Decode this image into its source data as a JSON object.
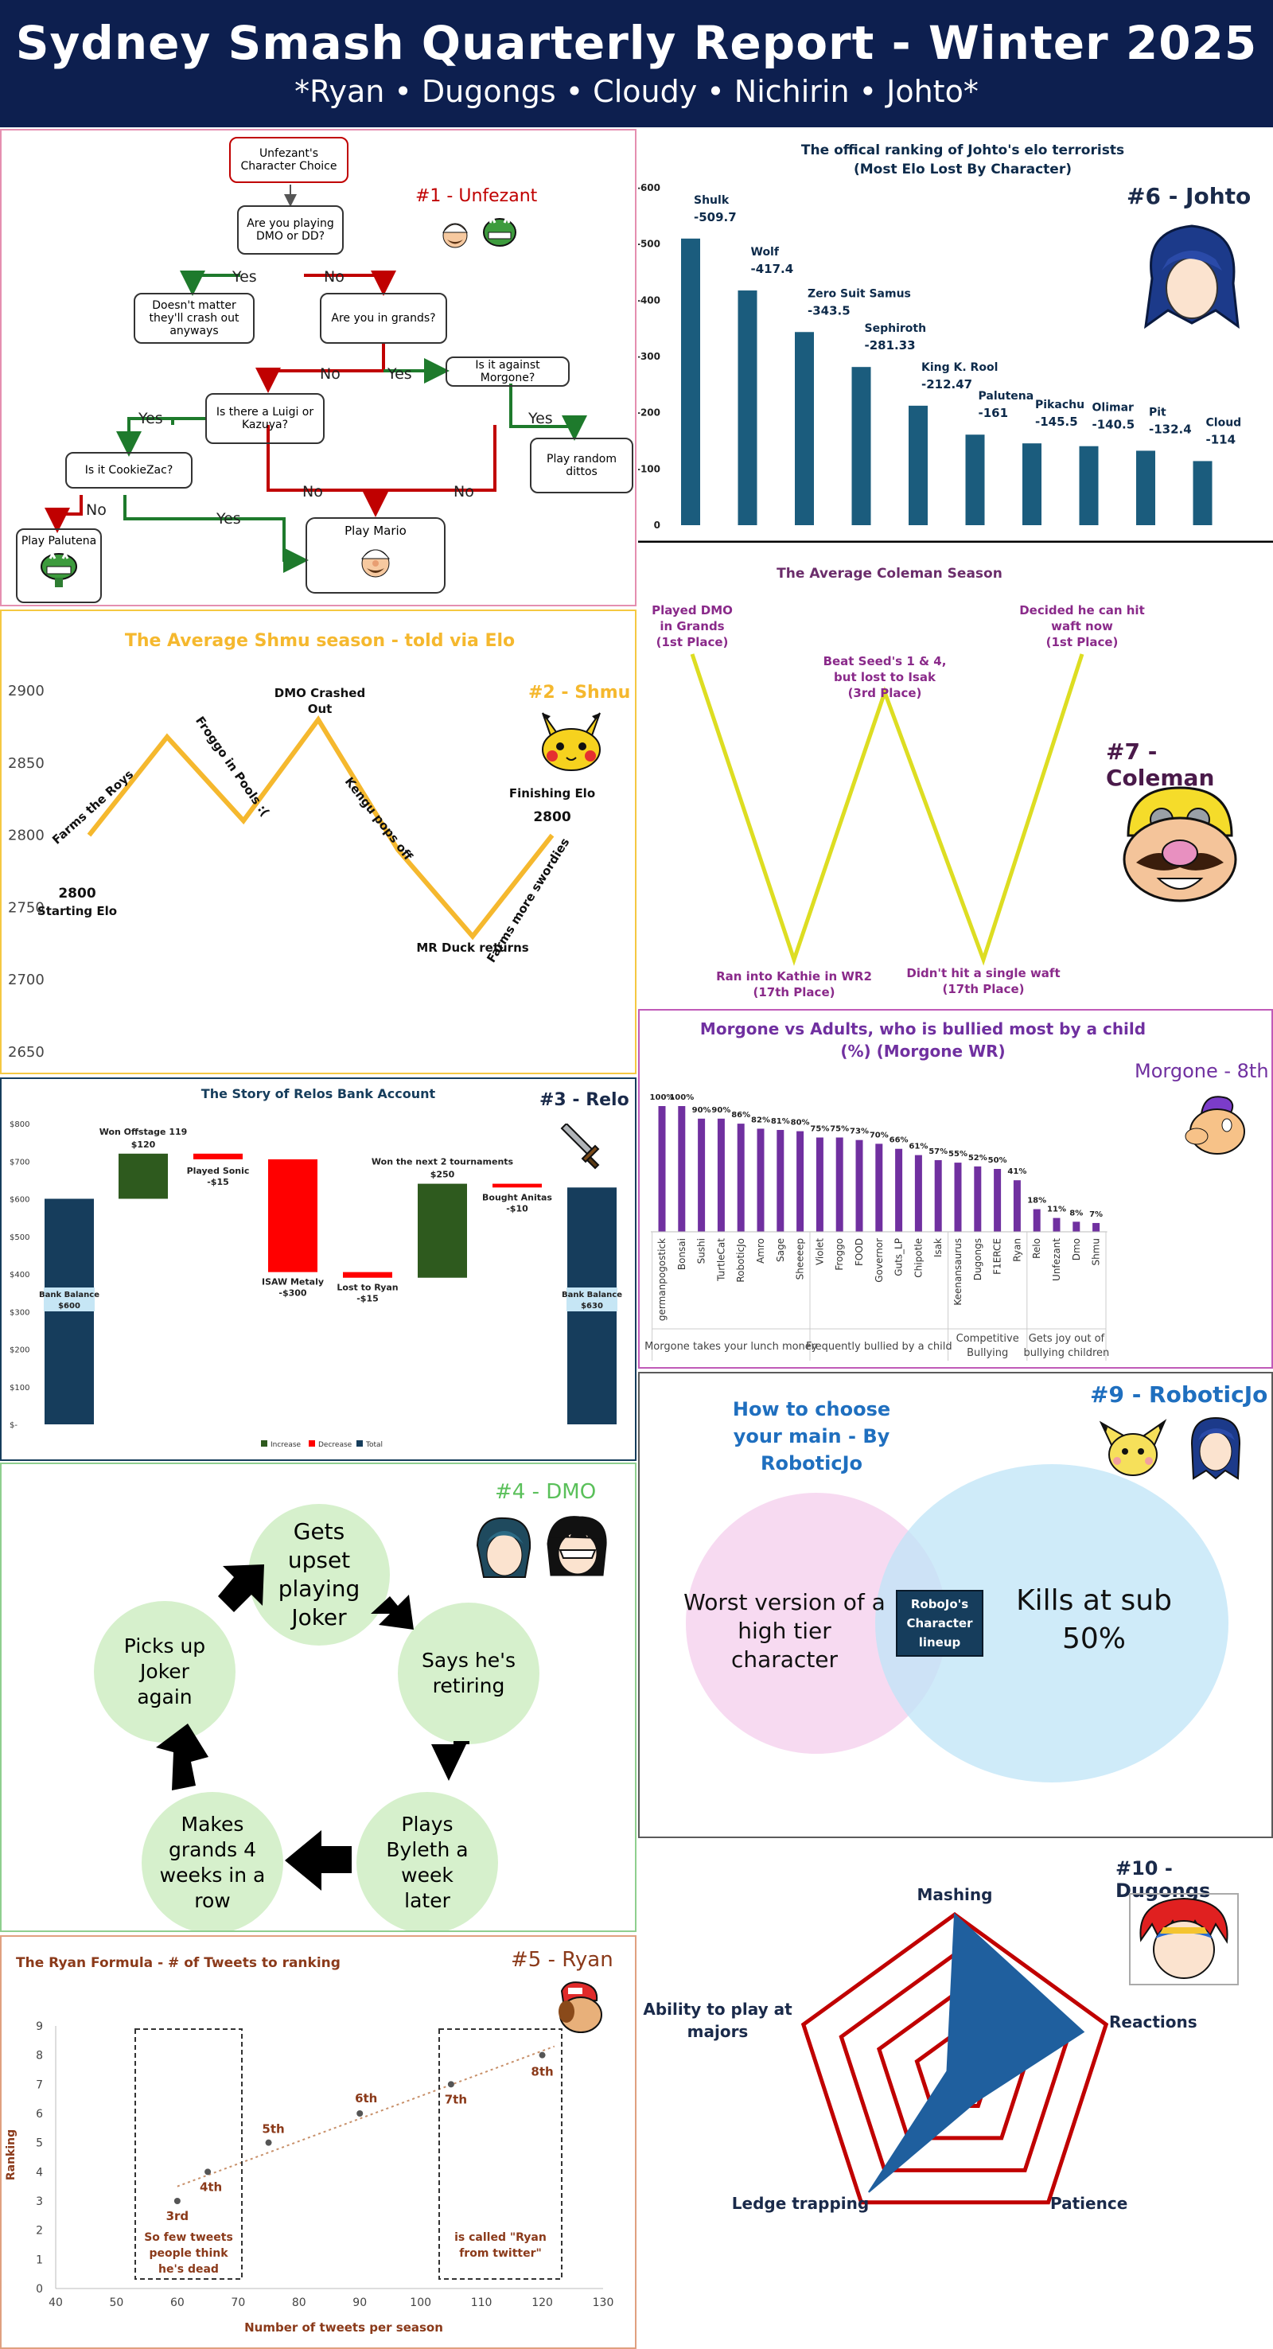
{
  "header": {
    "title": "Sydney Smash Quarterly Report - Winter 2025",
    "subtitle": "*Ryan • Dugongs • Cloudy • Nichirin • Johto*"
  },
  "p1": {
    "label": "#1 - Unfezant",
    "nodes": {
      "start": "Unfezant's Character Choice",
      "q1": "Are you playing DMO or DD?",
      "crash": "Doesn't matter they'll crash out anyways",
      "grands": "Are you in grands?",
      "morgone": "Is it against Morgone?",
      "luigi": "Is there a Luigi or Kazuya?",
      "random": "Play random dittos",
      "cookie": "Is it CookieZac?",
      "palutena": "Play Palutena",
      "mario": "Play Mario"
    },
    "yes": "Yes",
    "no": "No",
    "icons": [
      "mario-icon",
      "piranha-plant-icon"
    ]
  },
  "p6": {
    "label": "#6 - Johto",
    "chart_data": {
      "type": "bar",
      "title": "The offical ranking of Johto's elo terrorists",
      "subtitle": "(Most Elo Lost By Character)",
      "categories": [
        "Shulk",
        "Wolf",
        "Zero Suit Samus",
        "Sephiroth",
        "King K. Rool",
        "Palutena",
        "Pikachu",
        "Olimar",
        "Pit",
        "Cloud"
      ],
      "values": [
        -509.7,
        -417.4,
        -343.5,
        -281.33,
        -212.47,
        -161,
        -145.5,
        -140.5,
        -132.4,
        -114
      ],
      "value_labels": [
        "-509.7",
        "-417.4",
        "-343.5",
        "-281.33",
        "-212.47",
        "-161",
        "-145.5",
        "-140.5",
        "-132.4",
        "-114"
      ],
      "yticks": [
        "-600",
        "-500",
        "-400",
        "-300",
        "-200",
        "-100",
        "0"
      ],
      "ylim": [
        0,
        -600
      ],
      "color": "#1b5c7d"
    }
  },
  "p2": {
    "label": "#2 - Shmu",
    "chart_data": {
      "type": "line",
      "title": "The Average Shmu season - told via Elo",
      "x": [
        0,
        1,
        2,
        3,
        4,
        5,
        6
      ],
      "y": [
        2800,
        2868,
        2810,
        2880,
        2790,
        2730,
        2800
      ],
      "annotations": [
        "Starting Elo",
        "Farms the Roys",
        "Froggo in Pools :(",
        "DMO Crashed Out",
        "Kengu pops off",
        "MR Duck returns",
        "Farms more swordies",
        "Finishing Elo"
      ],
      "start_value": "2800",
      "end_value": "2800",
      "yticks": [
        "2900",
        "2850",
        "2800",
        "2750",
        "2700",
        "2650"
      ],
      "ylim": [
        2650,
        2900
      ],
      "color": "#f5b82e"
    }
  },
  "p7": {
    "label": "#7 - Coleman",
    "chart_data": {
      "type": "line",
      "title": "The Average Coleman Season",
      "y": [
        1,
        17,
        3,
        17,
        1
      ],
      "annotations": [
        "Played DMO in Grands (1st Place)",
        "Ran into Kathie in WR2 (17th Place)",
        "Beat Seed's 1 & 4, but lost to Isak (3rd Place)",
        "Didn't hit a single waft (17th Place)",
        "Decided he can hit waft now (1st Place)"
      ],
      "color": "#dddd22"
    }
  },
  "p3": {
    "label": "#3 - Relo",
    "chart_data": {
      "type": "bar",
      "subtype": "waterfall",
      "title": "The Story of Relos Bank Account",
      "categories": [
        "Bank Balance",
        "Won Offstage 119",
        "Played Sonic",
        "ISAW Metaly",
        "Lost to Ryan",
        "Won the next 2 tournaments",
        "Bought Anitas",
        "Bank Balance"
      ],
      "values": [
        600,
        120,
        -15,
        -300,
        -15,
        250,
        -10,
        630
      ],
      "value_labels": [
        "$600",
        "$120",
        "-$15",
        "-$300",
        "-$15",
        "$250",
        "-$10",
        "$630"
      ],
      "kinds": [
        "total",
        "increase",
        "decrease",
        "decrease",
        "decrease",
        "increase",
        "decrease",
        "total"
      ],
      "yticks": [
        "$800",
        "$700",
        "$600",
        "$500",
        "$400",
        "$300",
        "$200",
        "$100",
        "$-"
      ],
      "ylim": [
        0,
        800
      ],
      "legend": [
        "Increase",
        "Decrease",
        "Total"
      ],
      "colors": {
        "increase": "#2e5a1e",
        "decrease": "#ff0000",
        "total": "#163d5c"
      }
    }
  },
  "p8": {
    "label": "Morgone - 8th",
    "chart_data": {
      "type": "bar",
      "title": "Morgone vs Adults, who is bullied most by a child (%) (Morgone WR)",
      "categories": [
        "germanpogostick",
        "Bonsai",
        "Sushi",
        "TurtleCat",
        "RoboticJo",
        "Amro",
        "Sage",
        "Sheeeep",
        "Violet",
        "Froggo",
        "FOOD",
        "Governor",
        "Guts_LP",
        "Chipotle",
        "Isak",
        "Keenansaurus",
        "Dugongs",
        "F1ERCE",
        "Ryan",
        "Relo",
        "Unfezant",
        "Dmo",
        "Shmu"
      ],
      "values": [
        100,
        100,
        90,
        90,
        86,
        82,
        81,
        80,
        75,
        75,
        73,
        70,
        66,
        61,
        57,
        55,
        52,
        50,
        41,
        18,
        11,
        8,
        7
      ],
      "value_labels": [
        "100%",
        "100%",
        "90%",
        "90%",
        "86%",
        "82%",
        "81%",
        "80%",
        "75%",
        "75%",
        "73%",
        "70%",
        "66%",
        "61%",
        "57%",
        "55%",
        "52%",
        "50%",
        "41%",
        "18%",
        "11%",
        "8%",
        "7%"
      ],
      "groups": [
        {
          "label": "Morgone takes your lunch money",
          "count": 8
        },
        {
          "label": "Frequently bullied by a child",
          "count": 7
        },
        {
          "label": "Competitive Bullying",
          "count": 4
        },
        {
          "label": "Gets joy out of bullying children",
          "count": 4
        }
      ],
      "ylim": [
        0,
        100
      ],
      "color": "#7030a0"
    }
  },
  "p4": {
    "label": "#4 - DMO",
    "cycle": [
      "Gets upset playing Joker",
      "Says he's retiring",
      "Plays Byleth a week later",
      "Makes grands 4 weeks in a row",
      "Picks up Joker again"
    ]
  },
  "p9": {
    "label": "#9 - RoboticJo",
    "title": "How to choose your main - By RoboticJo",
    "left": "Worst version of a high tier character",
    "right": "Kills at sub 50%",
    "center": "RoboJo's Character lineup"
  },
  "p5": {
    "label": "#5 - Ryan",
    "chart_data": {
      "type": "scatter",
      "title": "The Ryan Formula - # of Tweets to ranking",
      "xlabel": "Number of tweets per season",
      "ylabel": "Ranking",
      "x": [
        60,
        65,
        75,
        90,
        105,
        120
      ],
      "y": [
        3,
        4,
        5,
        6,
        7,
        8
      ],
      "point_labels": [
        "3rd",
        "4th",
        "5th",
        "6th",
        "7th",
        "8th"
      ],
      "xticks": [
        "40",
        "50",
        "60",
        "70",
        "80",
        "90",
        "100",
        "110",
        "120",
        "130"
      ],
      "yticks": [
        "0",
        "1",
        "2",
        "3",
        "4",
        "5",
        "6",
        "7",
        "8",
        "9"
      ],
      "xlim": [
        40,
        130
      ],
      "ylim": [
        0,
        9
      ],
      "trendline": "linear",
      "notes": [
        "So few tweets people think he's dead",
        "is called \"Ryan from twitter\""
      ],
      "color": "#8b3a1a"
    }
  },
  "p10": {
    "label": "#10 - Dugongs",
    "chart_data": {
      "type": "radar",
      "axes": [
        "Mashing",
        "Reactions",
        "Patience",
        "Ledge trapping",
        "Ability to play at majors"
      ],
      "values": [
        1.0,
        0.85,
        0.22,
        0.92,
        0.05
      ],
      "rings": 4,
      "fill_color": "#1f5f9e",
      "grid_color": "#c00000"
    }
  }
}
